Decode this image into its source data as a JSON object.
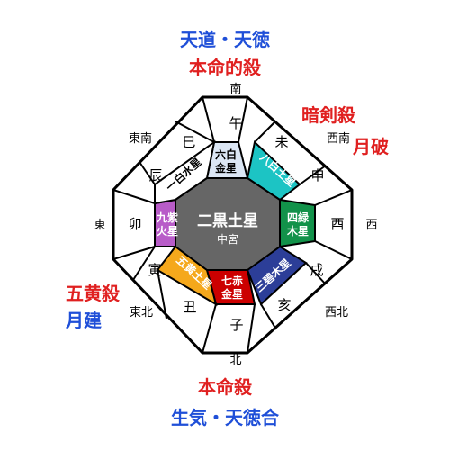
{
  "top": {
    "line1": "天道・天徳",
    "line2": "本命的殺"
  },
  "bottom": {
    "line1": "本命殺",
    "line2": "生気・天徳合"
  },
  "right_top": {
    "line1": "暗剣殺",
    "line2": "月破"
  },
  "left_bottom": {
    "line1": "五黄殺",
    "line2": "月建"
  },
  "colors": {
    "blue_text": "#1f4fd8",
    "red_text": "#e02020",
    "outline": "#000000",
    "center_fill": "#666666"
  },
  "directions": {
    "n": "北",
    "ne": "東北",
    "e": "東",
    "se": "東南",
    "s": "南",
    "sw": "西南",
    "w": "西",
    "nw": "西北"
  },
  "zodiac": {
    "wu": "午",
    "wei": "未",
    "shen": "申",
    "you": "酉",
    "xu": "戌",
    "hai": "亥",
    "zi": "子",
    "chou": "丑",
    "yin": "寅",
    "mao": "卯",
    "chen": "辰",
    "si": "巳"
  },
  "center": {
    "star": "二黒土星",
    "palace": "中宮"
  },
  "stars": {
    "s": {
      "line1": "六白",
      "line2": "金星",
      "fill": "#dbe6f4",
      "text_color": "#000000"
    },
    "sw": {
      "label": "八白土星",
      "fill": "#1cc4c4",
      "text_color": "#ffffff"
    },
    "w": {
      "line1": "四緑",
      "line2": "木星",
      "fill": "#12924a",
      "text_color": "#ffffff"
    },
    "nw": {
      "label": "三碧木星",
      "fill": "#2c3e98",
      "text_color": "#ffffff"
    },
    "n": {
      "line1": "七赤",
      "line2": "金星",
      "fill": "#cc0000",
      "text_color": "#ffffff"
    },
    "ne": {
      "label": "五黄土星",
      "fill": "#f5a81c",
      "text_color": "#ffffff"
    },
    "e": {
      "line1": "九紫",
      "line2": "火星",
      "fill": "#b85cc8",
      "text_color": "#ffffff"
    },
    "se": {
      "label": "一白水星",
      "fill": "#ffffff",
      "text_color": "#000000"
    }
  }
}
